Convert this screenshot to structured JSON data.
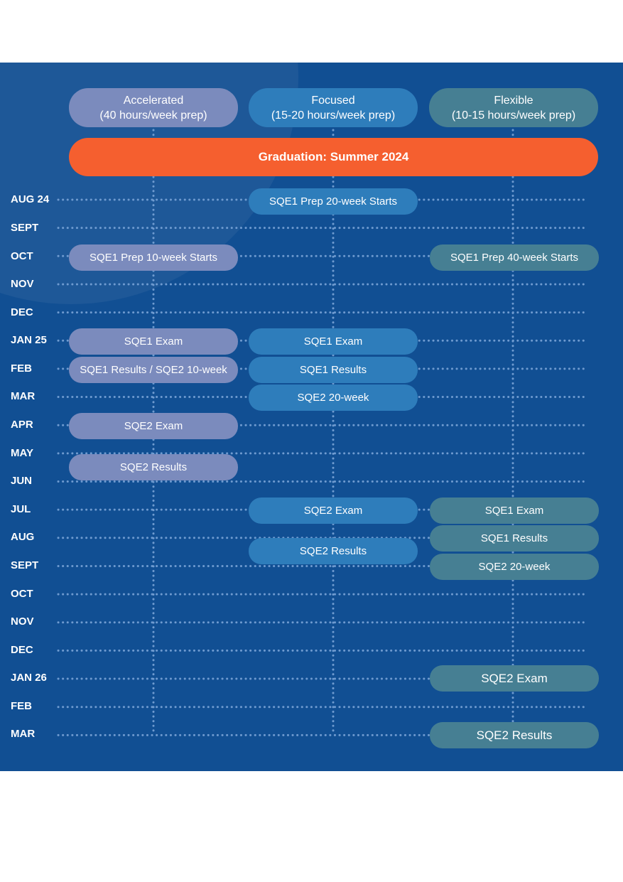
{
  "colors": {
    "background": "#114f93",
    "accelerated": "#7b8bbd",
    "focused": "#2e7dbb",
    "flexible": "#467f93",
    "graduation": "#f55f2f",
    "dots": "#6f9bd0"
  },
  "columns": [
    {
      "id": "accelerated",
      "name": "Accelerated",
      "subtitle": "(40 hours/week prep)"
    },
    {
      "id": "focused",
      "name": "Focused",
      "subtitle": "(15-20 hours/week prep)"
    },
    {
      "id": "flexible",
      "name": "Flexible",
      "subtitle": "(10-15 hours/week prep)"
    }
  ],
  "graduation": "Graduation: Summer 2024",
  "months": [
    "AUG 24",
    "SEPT",
    "OCT",
    "NOV",
    "DEC",
    "JAN 25",
    "FEB",
    "MAR",
    "APR",
    "MAY",
    "JUN",
    "JUL",
    "AUG",
    "SEPT",
    "OCT",
    "NOV",
    "DEC",
    "JAN 26",
    "FEB",
    "MAR"
  ],
  "events": [
    {
      "column": "focused",
      "label": "SQE1 Prep 20-week Starts"
    },
    {
      "column": "accelerated",
      "label": "SQE1 Prep 10-week Starts"
    },
    {
      "column": "flexible",
      "label": "SQE1 Prep 40-week Starts"
    },
    {
      "column": "accelerated",
      "label": "SQE1 Exam"
    },
    {
      "column": "focused",
      "label": "SQE1 Exam"
    },
    {
      "column": "accelerated",
      "label": "SQE1 Results / SQE2 10-week"
    },
    {
      "column": "focused",
      "label": "SQE1 Results"
    },
    {
      "column": "focused",
      "label": "SQE2 20-week"
    },
    {
      "column": "accelerated",
      "label": "SQE2 Exam"
    },
    {
      "column": "accelerated",
      "label": "SQE2 Results"
    },
    {
      "column": "focused",
      "label": "SQE2 Exam"
    },
    {
      "column": "flexible",
      "label": "SQE1 Exam"
    },
    {
      "column": "flexible",
      "label": "SQE1 Results"
    },
    {
      "column": "focused",
      "label": "SQE2 Results"
    },
    {
      "column": "flexible",
      "label": "SQE2 20-week"
    },
    {
      "column": "flexible",
      "label": "SQE2 Exam"
    },
    {
      "column": "flexible",
      "label": "SQE2 Results"
    }
  ]
}
